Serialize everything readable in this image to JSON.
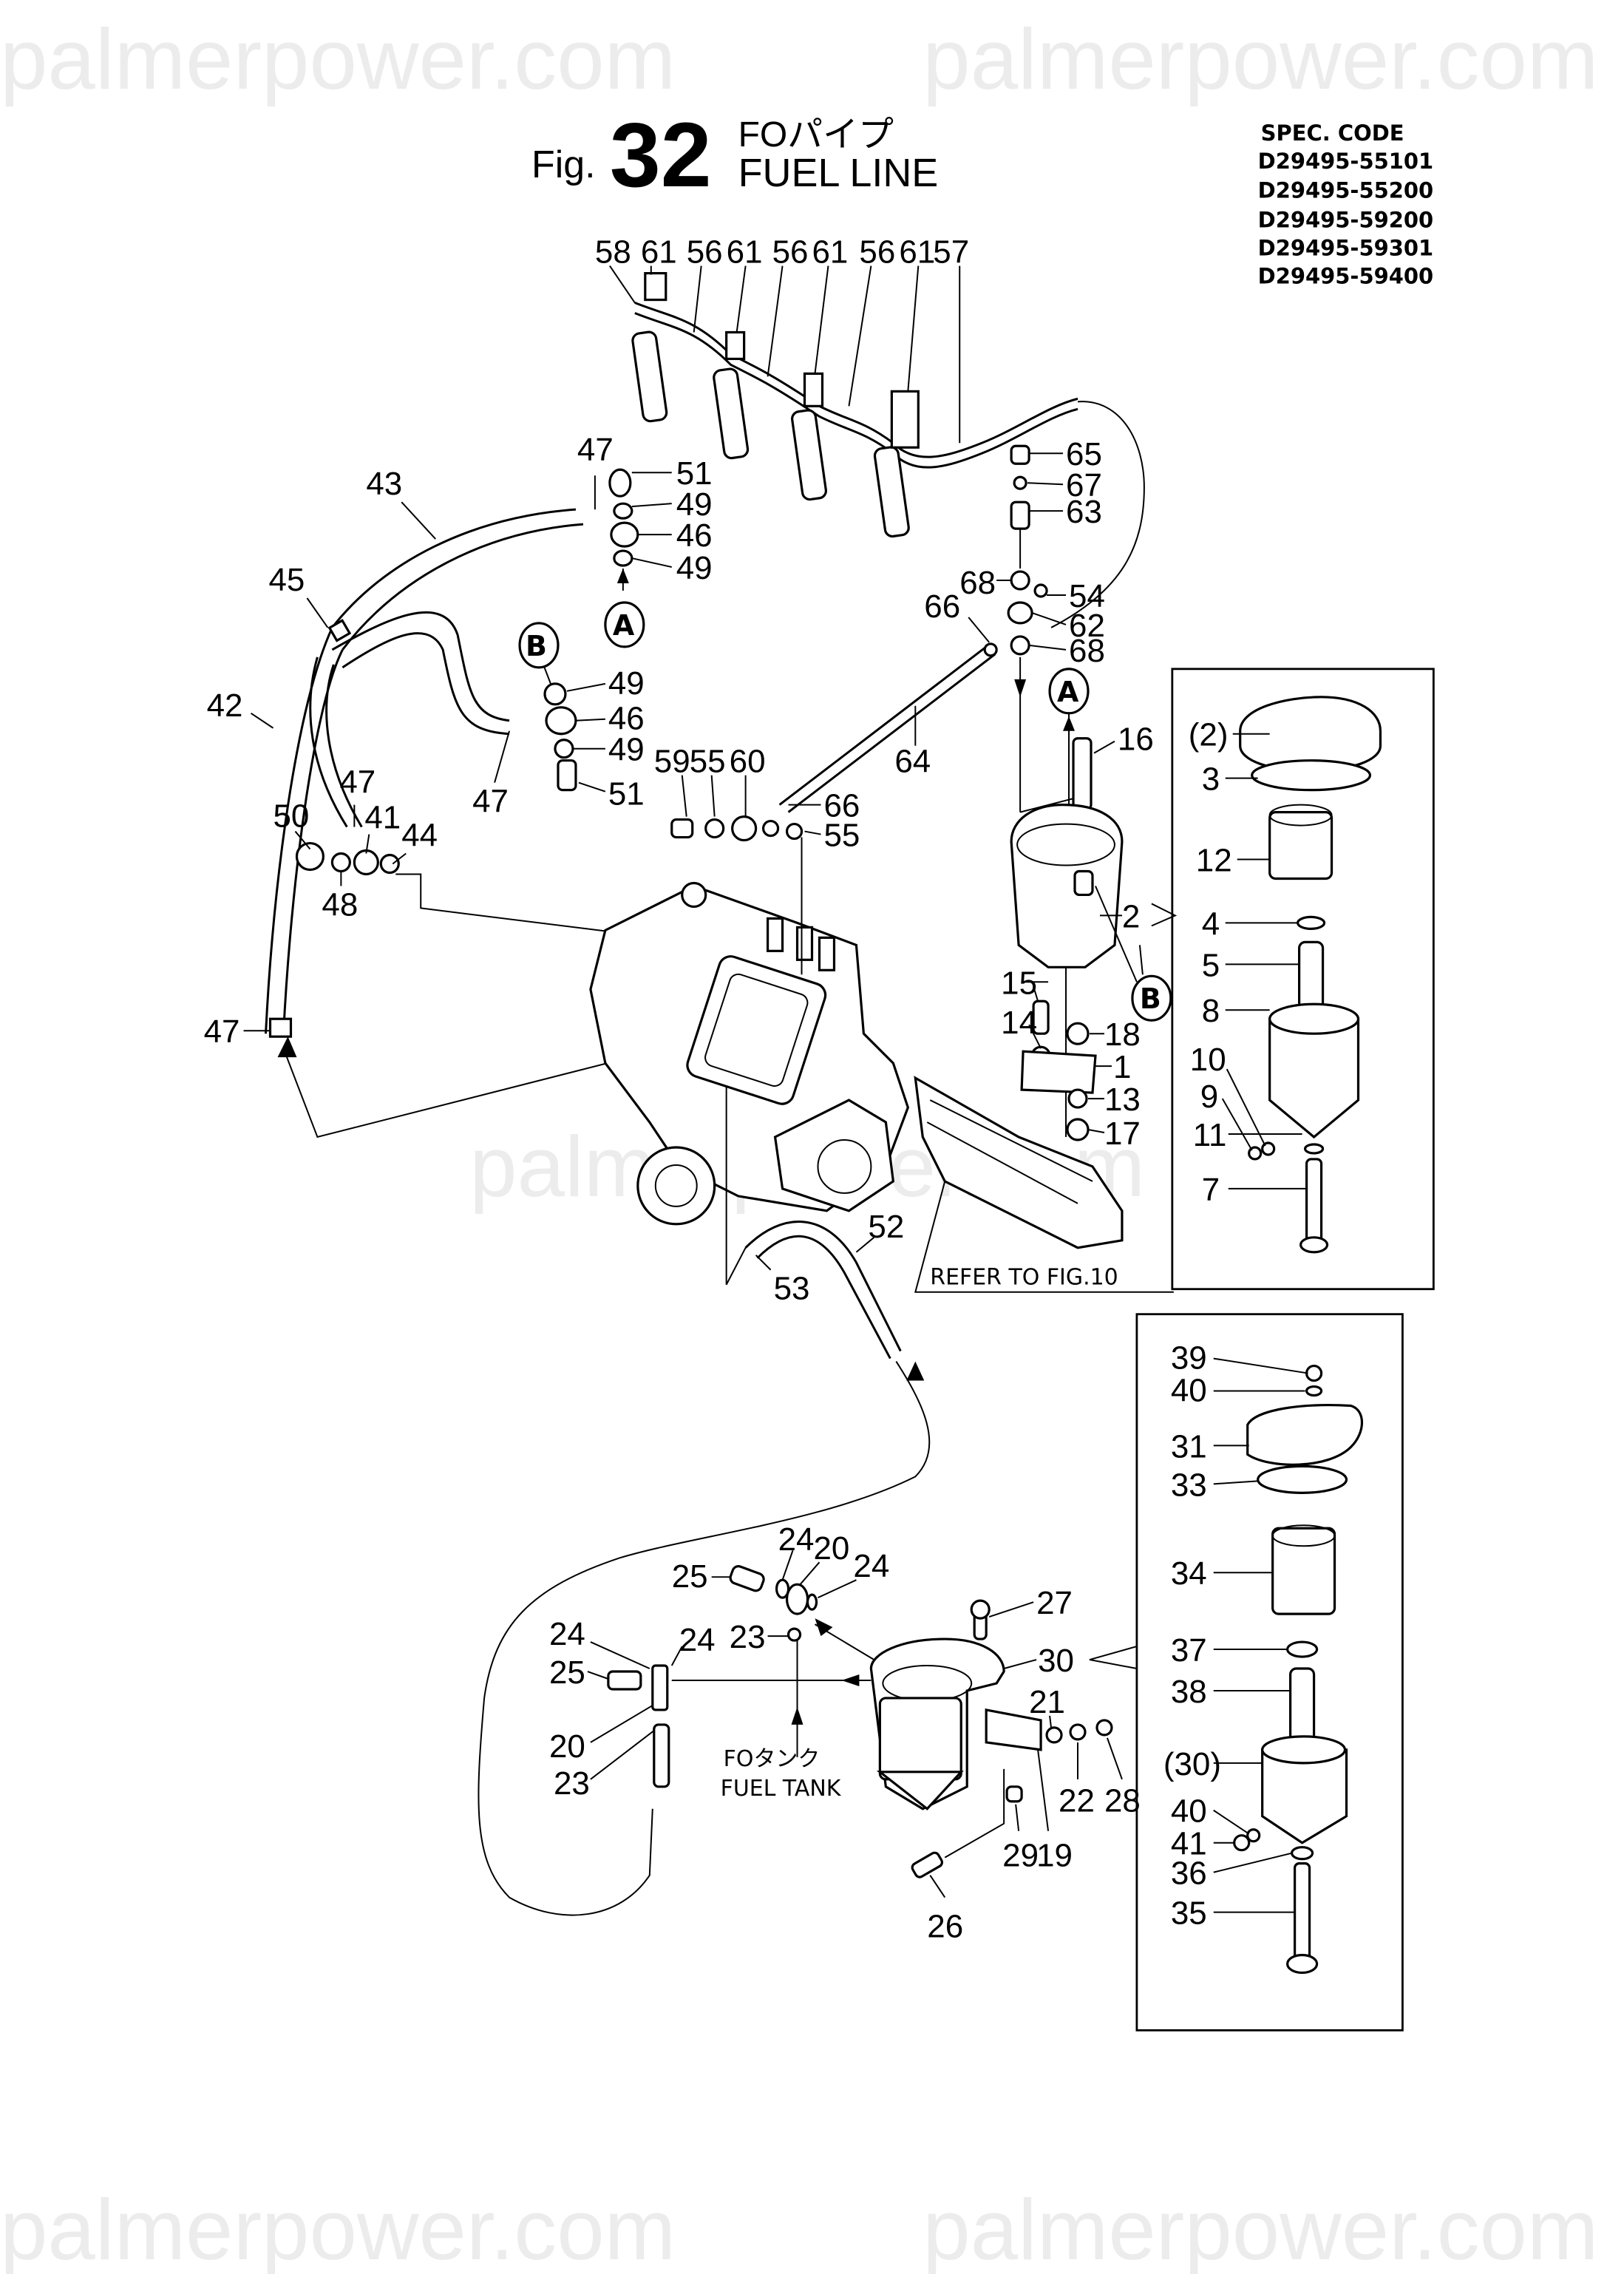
{
  "watermark": {
    "text": "palmerpower.com",
    "color": "#ececec"
  },
  "header": {
    "fig_prefix": "Fig.",
    "fig_number": "32",
    "title_jp": "FOパイプ",
    "title_en": "FUEL LINE"
  },
  "spec_codes": {
    "heading": "SPEC. CODE",
    "codes": [
      "D29495-55101",
      "D29495-55200",
      "D29495-59200",
      "D29495-59301",
      "D29495-59400"
    ]
  },
  "callouts": {
    "top_row": [
      "58",
      "61",
      "56",
      "61",
      "56",
      "61",
      "56",
      "61",
      "57"
    ],
    "upper_left": {
      "p43": "43",
      "p47a": "47",
      "p51a": "51",
      "p49a": "49",
      "p46a": "46",
      "p49b": "49",
      "p45": "45",
      "p42": "42",
      "p49c": "49",
      "p46b": "46",
      "p49d": "49",
      "p47b": "47",
      "p51b": "51",
      "p47c": "47",
      "p50": "50",
      "p41": "41",
      "p44": "44",
      "p48": "48",
      "p47d": "47"
    },
    "pump_area": {
      "p59": "59",
      "p55a": "55",
      "p60": "60",
      "p66a": "66",
      "p55b": "55",
      "p64": "64",
      "p52": "52",
      "p53": "53"
    },
    "upper_right": {
      "p65": "65",
      "p67": "67",
      "p63": "63",
      "p68a": "68",
      "p54": "54",
      "p66b": "66",
      "p62": "62",
      "p68b": "68",
      "p16": "16",
      "p2": "2",
      "p15": "15",
      "p14": "14",
      "p18": "18",
      "p1": "1",
      "p13": "13",
      "p17": "17"
    },
    "box1": [
      "(2)",
      "3",
      "12",
      "4",
      "5",
      "8",
      "10",
      "9",
      "11",
      "7"
    ],
    "lower": {
      "p25a": "25",
      "p24a": "24",
      "p20a": "20",
      "p24b": "24",
      "p23a": "23",
      "p27": "27",
      "p30": "30",
      "p24c": "24",
      "p25b": "25",
      "p24d": "24",
      "p20b": "20",
      "p23b": "23",
      "p21": "21",
      "p22": "22",
      "p28": "28",
      "p29": "29",
      "p19": "19",
      "p26": "26"
    },
    "box2": [
      "39",
      "40",
      "31",
      "33",
      "34",
      "37",
      "38",
      "(30)",
      "40",
      "41",
      "36",
      "35"
    ]
  },
  "connectors": {
    "a": "A",
    "b": "B"
  },
  "notes": {
    "refer": "REFER TO FIG.10",
    "tank_jp": "FOタンク",
    "tank_en": "FUEL TANK"
  }
}
